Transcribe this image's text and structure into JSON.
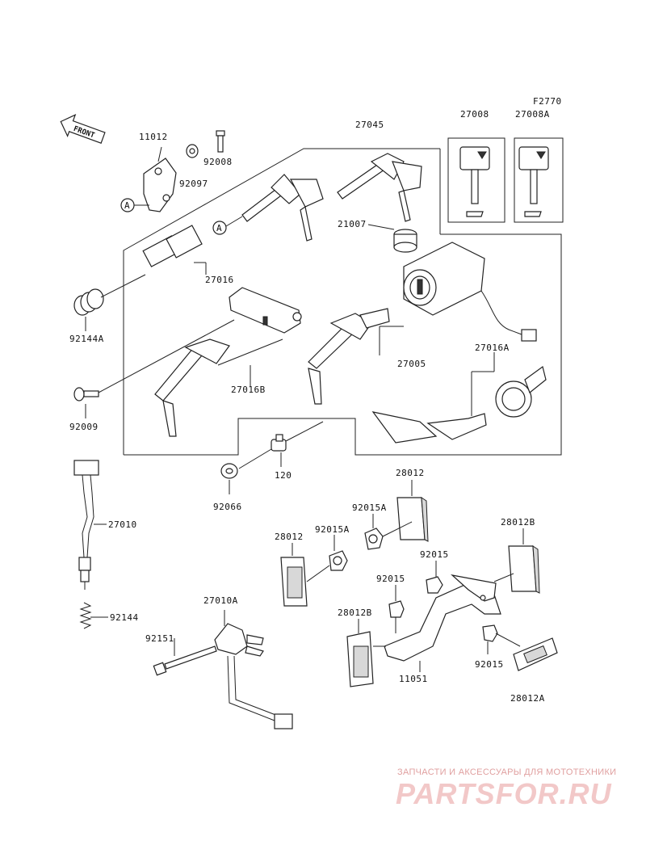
{
  "diagram_code": "F2770",
  "front_label": "FRONT",
  "callout_marker": "A",
  "part_labels": {
    "p11012": "11012",
    "p92008": "92008",
    "p92097": "92097",
    "p27045": "27045",
    "p27008": "27008",
    "p27008A": "27008A",
    "p21007": "21007",
    "p27016": "27016",
    "p92144A": "92144A",
    "p27016B": "27016B",
    "p27005": "27005",
    "p27016A": "27016A",
    "p92009": "92009",
    "p120": "120",
    "p92066": "92066",
    "p27010": "27010",
    "p92144": "92144",
    "p27010A": "27010A",
    "p92151": "92151",
    "p28012_top": "28012",
    "p92015A_top": "92015A",
    "p28012_left": "28012",
    "p92015A_left": "92015A",
    "p28012B_right": "28012B",
    "p92015_mid": "92015",
    "p92015_left": "92015",
    "p28012B_left": "28012B",
    "p11051": "11051",
    "p92015_right": "92015",
    "p28012A": "28012A"
  },
  "watermark": {
    "tagline": "ЗАПЧАСТИ И АКСЕССУАРЫ ДЛЯ МОТОТЕХНИКИ",
    "brand": "PARTSFOR.RU"
  },
  "colors": {
    "line": "#222222",
    "watermark": "#f2c8c8"
  }
}
